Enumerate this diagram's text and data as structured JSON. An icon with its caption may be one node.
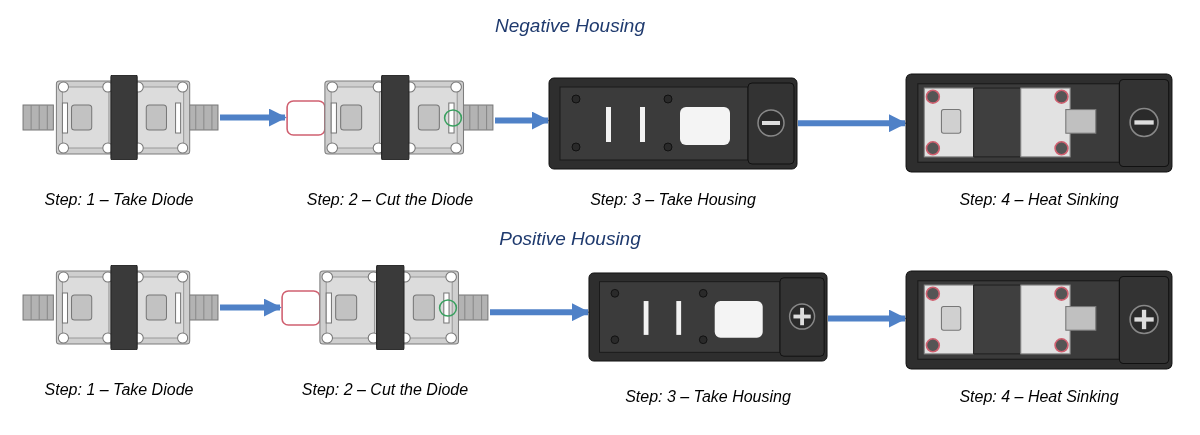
{
  "diagram": {
    "nodes": [
      {
        "text": [],
        "shape": "picture",
        "beside": [
          "Step: 1 – Take Diode"
        ]
      },
      {
        "text": [],
        "shape": "picture",
        "beside": [
          "Step: 2 – Cut the Diode"
        ]
      },
      {
        "text": [],
        "shape": "picture",
        "beside": [
          "Step: 3 – Take Housing"
        ]
      },
      {
        "text": [],
        "shape": "picture",
        "beside": [
          "Step: 4 – Heat Sinking"
        ]
      },
      {
        "text": [],
        "shape": "picture",
        "beside": [
          "Step: 1 – Take Diode"
        ]
      },
      {
        "text": [],
        "shape": "picture",
        "beside": [
          "Step: 2 – Cut the Diode"
        ]
      },
      {
        "text": [],
        "shape": "picture",
        "beside": [
          "Step: 3 – Take Housing"
        ]
      },
      {
        "text": [],
        "shape": "picture",
        "beside": [
          "Step: 4 – Heat Sinking"
        ]
      }
    ],
    "edges": [
      {
        "from": 0,
        "to": 1,
        "arrow": "to"
      },
      {
        "from": 1,
        "to": 2,
        "arrow": "to"
      },
      {
        "from": 2,
        "to": 3,
        "arrow": "to"
      },
      {
        "from": 4,
        "to": 5,
        "arrow": "to"
      },
      {
        "from": 5,
        "to": 6,
        "arrow": "to"
      },
      {
        "from": 6,
        "to": 7,
        "arrow": "to"
      }
    ],
    "labels": [
      "Negative Housing",
      "Positive Housing"
    ]
  }
}
